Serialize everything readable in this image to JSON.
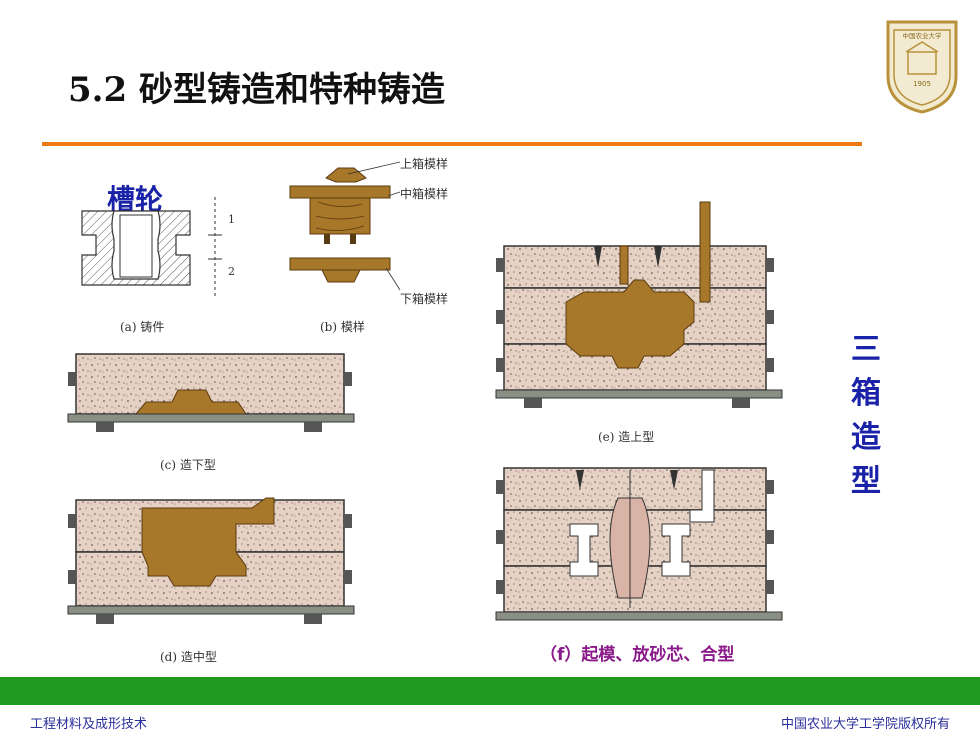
{
  "slide": {
    "title": "5.2  砂型铸造和特种铸造",
    "pulley_label": "槽轮",
    "vertical_label": "三箱造型"
  },
  "callouts": {
    "upper_pattern": "上箱模样",
    "middle_pattern": "中箱模样",
    "lower_pattern": "下箱模样"
  },
  "dimension_marks": [
    "1",
    "2"
  ],
  "captions": {
    "a": "(a) 铸件",
    "b": "(b) 模样",
    "c": "(c) 造下型",
    "d": "(d) 造中型",
    "e": "(e) 造上型",
    "f": "（f）起模、放砂芯、合型"
  },
  "logo": {
    "name": "中国农业大学",
    "year": "1905"
  },
  "footer": {
    "left": "工程材料及成形技术",
    "right": "中国农业大学工学院版权所有"
  },
  "colors": {
    "title_rule": "#f07a10",
    "footer_bar": "#1f9a1f",
    "accent_blue": "#1a23a8",
    "caption_purple": "#8a1a8a",
    "wood": "#a8782a",
    "sand": "#e6d2c4"
  }
}
